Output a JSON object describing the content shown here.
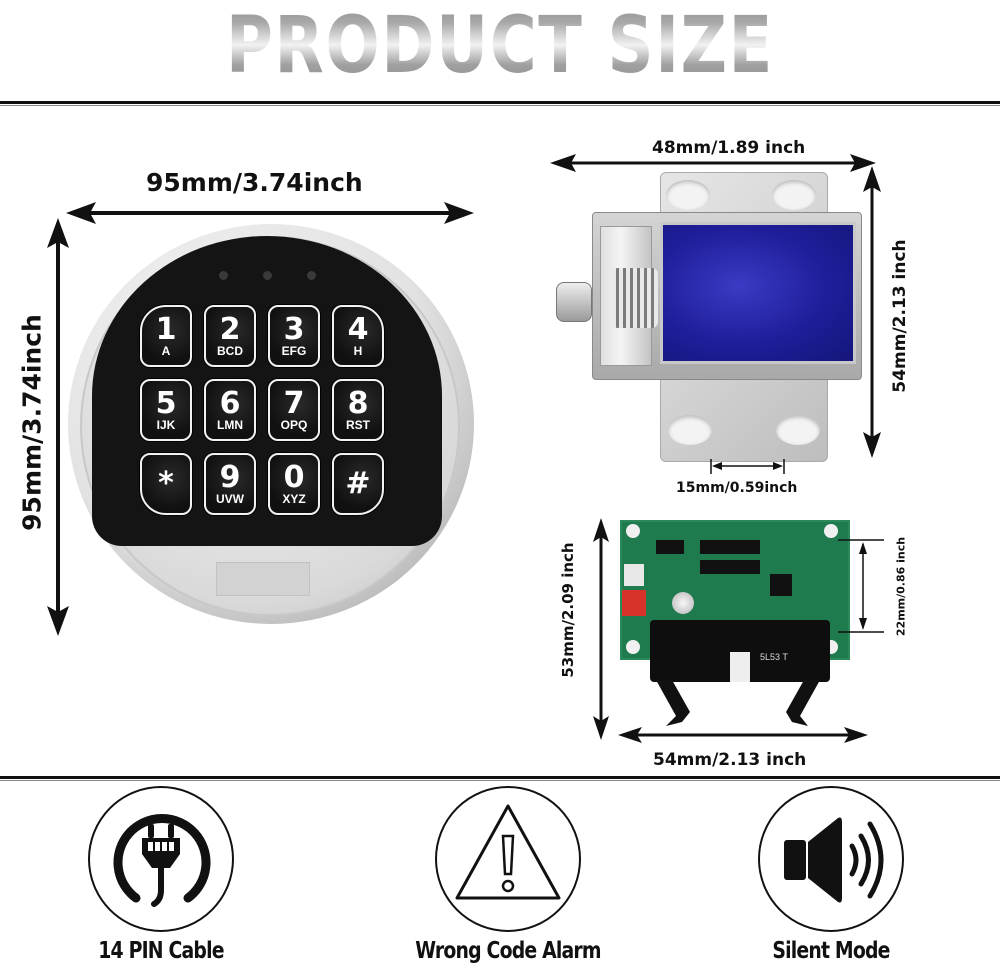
{
  "header": {
    "title": "PRODUCT SIZE"
  },
  "keypad_lock": {
    "width_label": "95mm/3.74inch",
    "height_label": "95mm/3.74inch",
    "leds": 3,
    "keys": [
      {
        "num": "1",
        "letters": "A"
      },
      {
        "num": "2",
        "letters": "BCD"
      },
      {
        "num": "3",
        "letters": "EFG"
      },
      {
        "num": "4",
        "letters": "H"
      },
      {
        "num": "5",
        "letters": "IJK"
      },
      {
        "num": "6",
        "letters": "LMN"
      },
      {
        "num": "7",
        "letters": "OPQ"
      },
      {
        "num": "8",
        "letters": "RST"
      },
      {
        "num": "*",
        "letters": ""
      },
      {
        "num": "9",
        "letters": "UVW"
      },
      {
        "num": "0",
        "letters": "XYZ"
      },
      {
        "num": "#",
        "letters": ""
      }
    ]
  },
  "solenoid": {
    "width_label": "48mm/1.89 inch",
    "height_label": "54mm/2.13 inch",
    "hole_spacing_label": "15mm/0.59inch"
  },
  "circuit_board": {
    "width_label": "54mm/2.13 inch",
    "height_label": "53mm/2.09 inch",
    "hole_spacing_label": "22mm/0.86 inch",
    "silkscreen": "5L53  T"
  },
  "features": [
    {
      "icon": "plug-cable-icon",
      "label": "14 PIN Cable"
    },
    {
      "icon": "warning-triangle-icon",
      "label": "Wrong Code Alarm"
    },
    {
      "icon": "speaker-icon",
      "label": "Silent Mode"
    }
  ],
  "colors": {
    "title_silver": "#a8a8a8",
    "divider": "#111111",
    "coil_blue": "#1e1e9a",
    "pcb_green": "#1f7a4e",
    "connector_red": "#d8332b"
  }
}
